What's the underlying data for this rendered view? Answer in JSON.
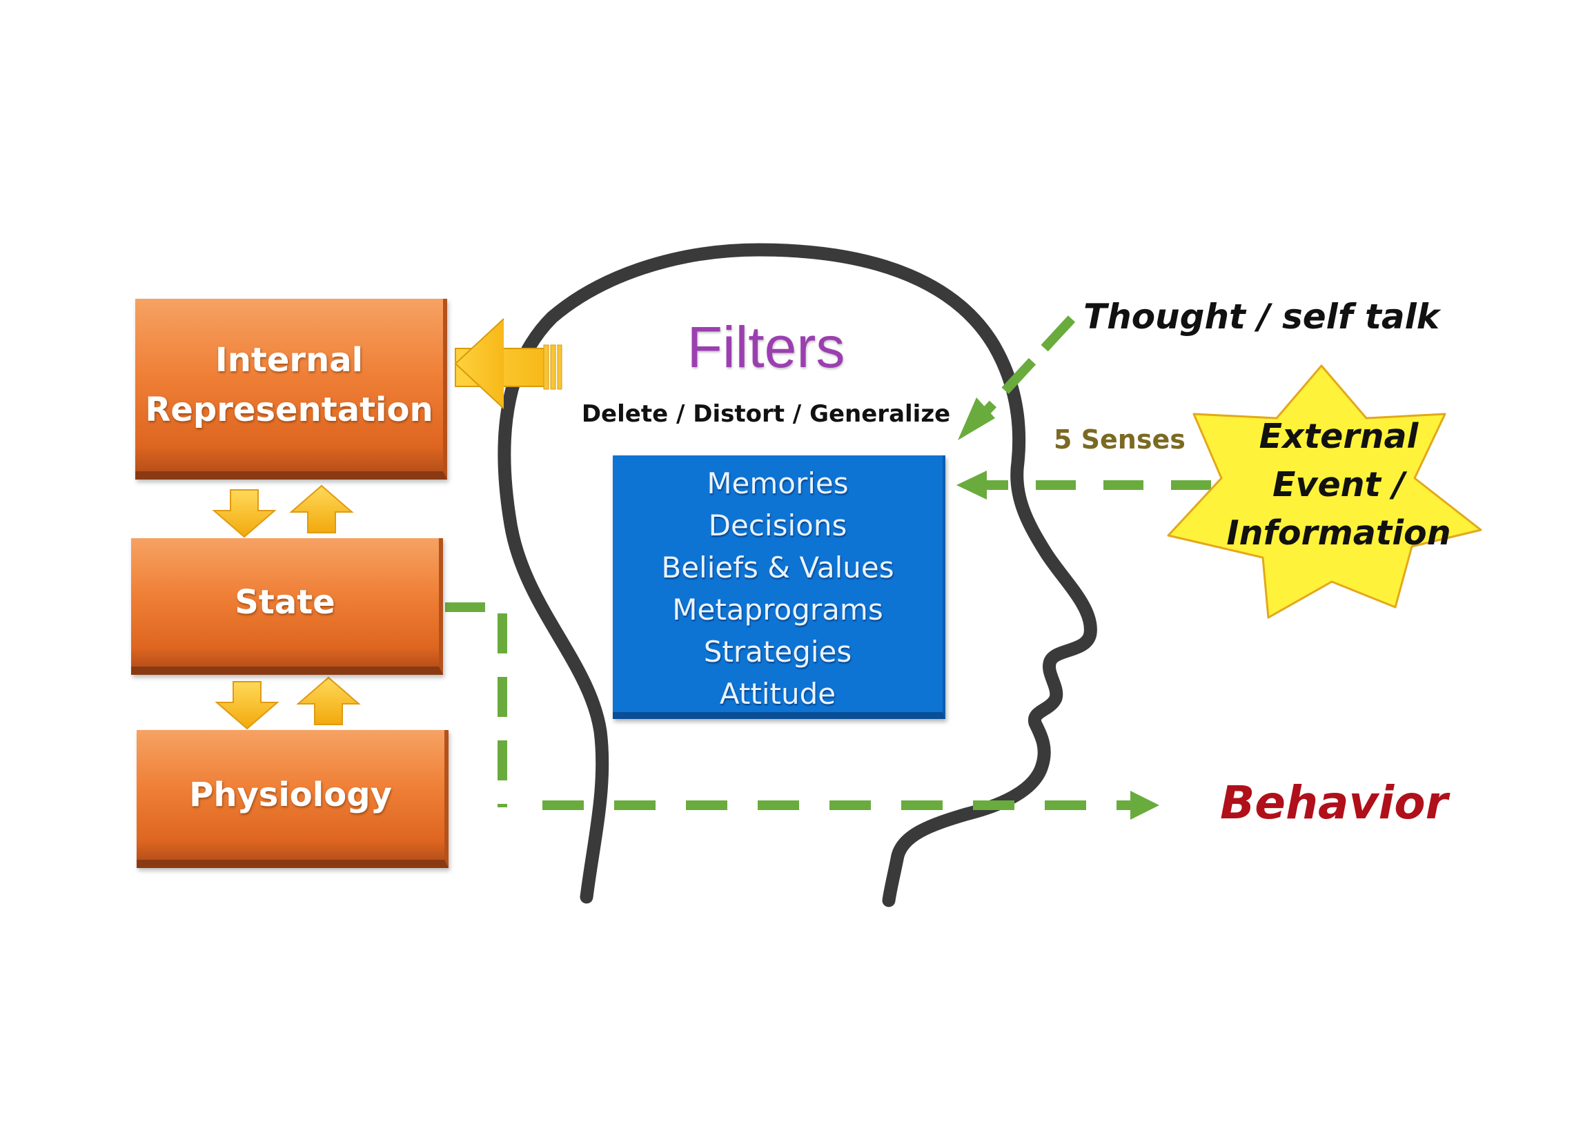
{
  "boxes": {
    "internal_representation": [
      "Internal",
      "Representation"
    ],
    "state": "State",
    "physiology": "Physiology"
  },
  "filters": {
    "title": "Filters",
    "subtitle": "Delete / Distort / Generalize",
    "items": [
      "Memories",
      "Decisions",
      "Beliefs & Values",
      "Metaprograms",
      "Strategies",
      "Attitude"
    ]
  },
  "labels": {
    "thought": "Thought / self talk",
    "senses": "5 Senses",
    "behavior": "Behavior",
    "external_event": [
      "External",
      "Event /",
      "Information"
    ]
  },
  "colors": {
    "orange_box": "#ef7f36",
    "filters_title": "#9b3fb0",
    "blue_box": "#0e74d4",
    "dashed_arrow": "#6aab3e",
    "star_fill": "#fff23a",
    "behavior_text": "#b0101a",
    "head_outline": "#3a3a3a",
    "yellow_arrows": "#f7b818"
  },
  "icons": {
    "head": "head-profile-icon",
    "star": "starburst-icon",
    "block_arrow": "block-arrow-left-icon"
  }
}
